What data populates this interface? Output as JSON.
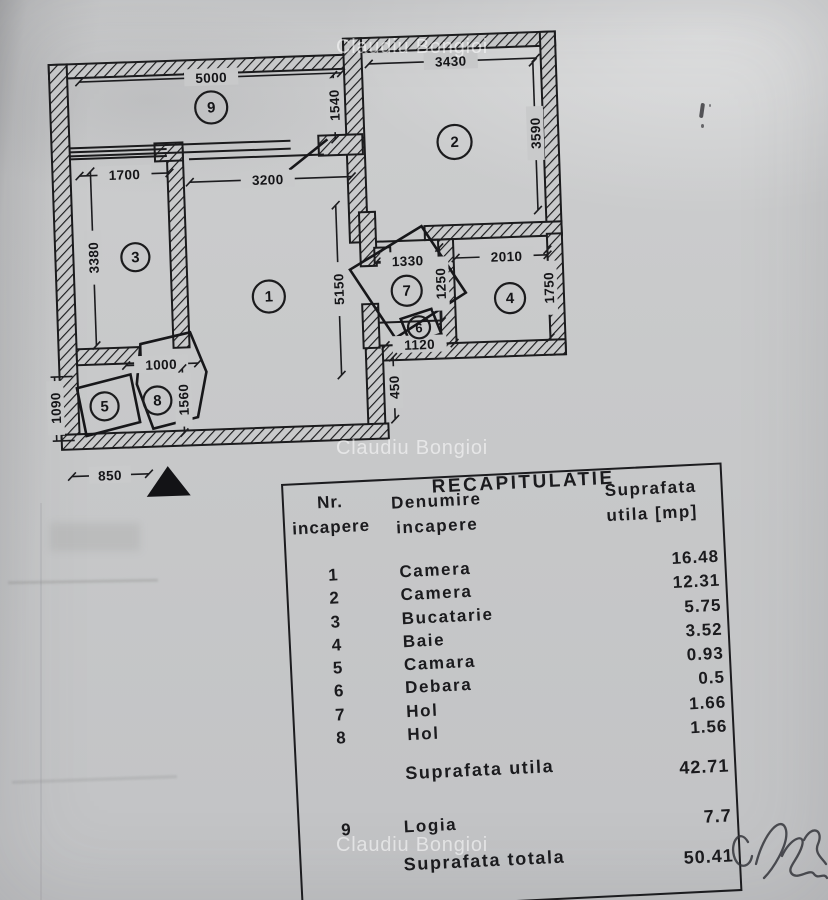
{
  "scan": {
    "watermark": "Claudiu Bongioi",
    "colors": {
      "paper": "#c8c9ca",
      "ink": "#1b1b1d"
    }
  },
  "plan": {
    "rooms": {
      "r1": "1",
      "r2": "2",
      "r3": "3",
      "r4": "4",
      "r5": "5",
      "r6": "6",
      "r7": "7",
      "r8": "8",
      "r9": "9"
    },
    "dims": {
      "d5000": "5000",
      "d1540": "1540",
      "d3430": "3430",
      "d3590": "3590",
      "d1700": "1700",
      "d3200": "3200",
      "d3380": "3380",
      "d5150": "5150",
      "d1330": "1330",
      "d1250": "1250",
      "d2010": "2010",
      "d1750": "1750",
      "d1000": "1000",
      "d1560": "1560",
      "d1090": "1090",
      "d1120": "1120",
      "d450": "450",
      "d850": "850"
    }
  },
  "table": {
    "title": "RECAPITULATIE",
    "columns": {
      "nr": [
        "Nr.",
        "incapere"
      ],
      "name": [
        "Denumire",
        "incapere"
      ],
      "area": [
        "Suprafata",
        "utila [mp]"
      ]
    },
    "rows": [
      {
        "nr": "1",
        "name": "Camera",
        "area": "16.48"
      },
      {
        "nr": "2",
        "name": "Camera",
        "area": "12.31"
      },
      {
        "nr": "3",
        "name": "Bucatarie",
        "area": "5.75"
      },
      {
        "nr": "4",
        "name": "Baie",
        "area": "3.52"
      },
      {
        "nr": "5",
        "name": "Camara",
        "area": "0.93"
      },
      {
        "nr": "6",
        "name": "Debara",
        "area": "0.5"
      },
      {
        "nr": "7",
        "name": "Hol",
        "area": "1.66"
      },
      {
        "nr": "8",
        "name": "Hol",
        "area": "1.56"
      }
    ],
    "subtotal": {
      "label": "Suprafata utila",
      "value": "42.71"
    },
    "extra_row": {
      "nr": "9",
      "name": "Logia",
      "value": "7.7"
    },
    "total": {
      "label": "Suprafata totala",
      "value": "50.41"
    }
  }
}
